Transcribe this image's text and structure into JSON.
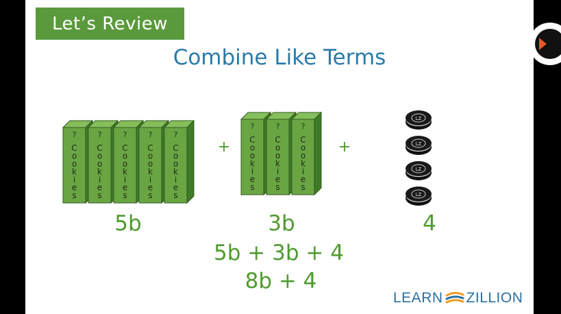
{
  "slide": {
    "banner": "Let’s Review",
    "title": "Combine Like Terms",
    "box_text": "Cookies",
    "box_mark": "?",
    "cookie_logo": "LZ",
    "groups": [
      {
        "label": "5b",
        "boxes": 5
      },
      {
        "label": "3b",
        "boxes": 3
      },
      {
        "label": "4",
        "cookies": 4
      }
    ],
    "operator": "+",
    "equation_1": "5b + 3b + 4",
    "equation_2": "8b + 4"
  },
  "logo": {
    "left": "LEARN",
    "right": "ZILLION"
  },
  "colors": {
    "banner": "#5a9a3c",
    "title": "#2a7aa8",
    "box_front": "#6aa544",
    "box_side": "#3f7a26",
    "box_top": "#86be5c",
    "math": "#4f9a2e",
    "logo_blue": "#2a6f9f",
    "logo_orange": "#f39a1f",
    "play_arrow": "#e8572a"
  },
  "icons": [
    "play-icon",
    "learnzillion-logo-mark"
  ]
}
